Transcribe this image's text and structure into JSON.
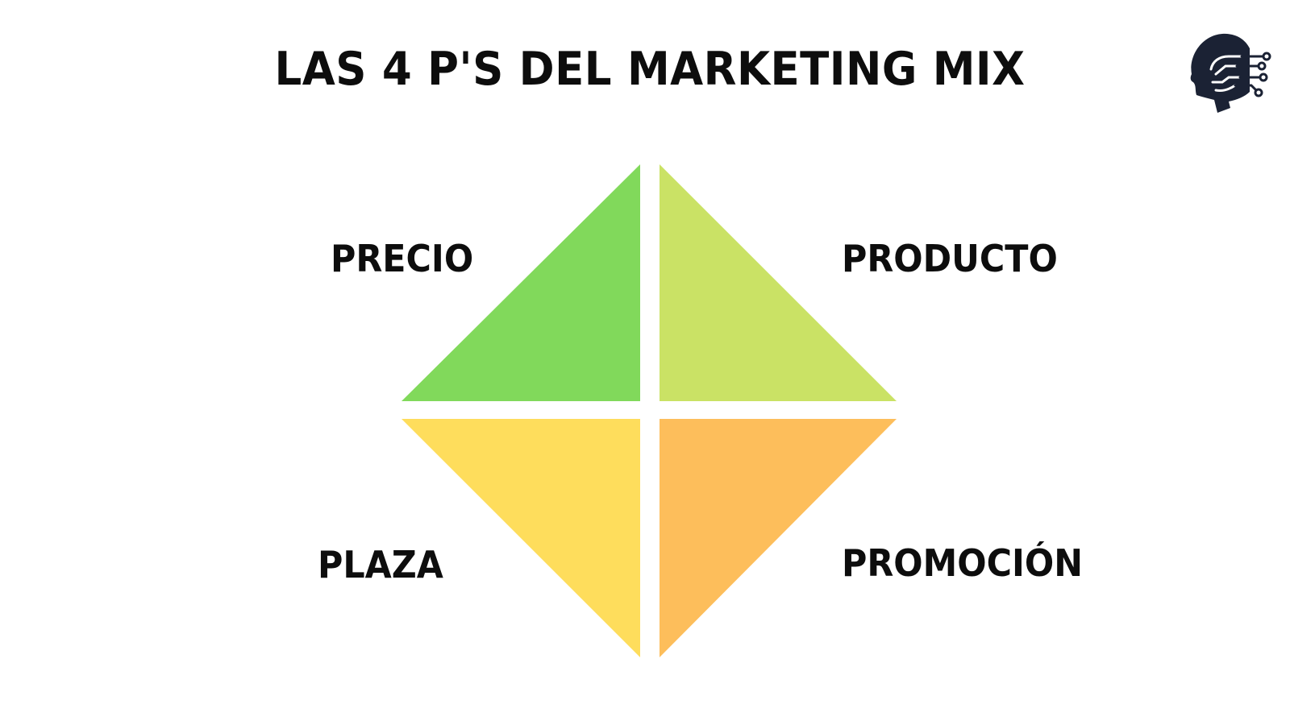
{
  "title": "LAS 4 P'S DEL MARKETING MIX",
  "quadrants": {
    "precio": {
      "label": "PRECIO",
      "color": "#81d95b"
    },
    "producto": {
      "label": "PRODUCTO",
      "color": "#cae265"
    },
    "plaza": {
      "label": "PLAZA",
      "color": "#fedd5c"
    },
    "promocion": {
      "label": "PROMOCIÓN",
      "color": "#fdbe5b"
    }
  },
  "logo": {
    "icon": "head-circuit-icon",
    "color": "#1b2234"
  }
}
